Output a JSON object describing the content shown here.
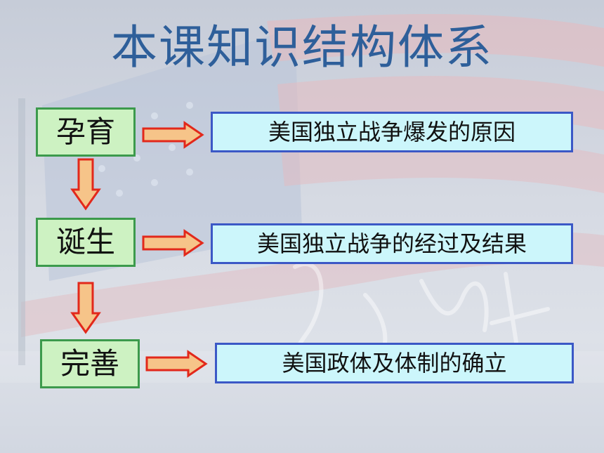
{
  "title": "本课知识结构体系",
  "stages": [
    {
      "label": "孕育",
      "description": "美国独立战争爆发的原因"
    },
    {
      "label": "诞生",
      "description": "美国独立战争的经过及结果"
    },
    {
      "label": "完善",
      "description": "美国政体及体制的确立"
    }
  ],
  "colors": {
    "title": "#2e5f9a",
    "stage_fill": "#cdf2c2",
    "stage_border": "#3c9a4c",
    "result_fill": "#ccf6fb",
    "result_border": "#3b58c6",
    "arrow_stroke": "#e2281b",
    "arrow_fill": "#f6c489"
  }
}
